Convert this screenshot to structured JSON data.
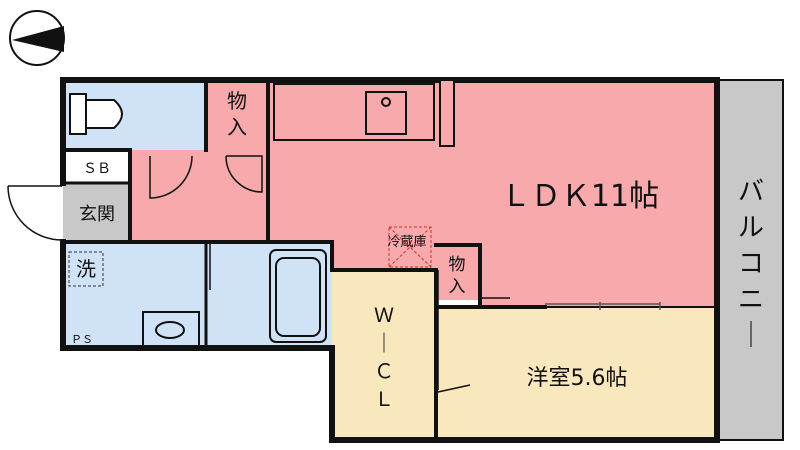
{
  "rooms": {
    "ldk": "ＬＤＫ11帖",
    "western": "洋室5.6帖",
    "wcl": [
      "Ｗ",
      "｜",
      "Ｃ",
      "Ｌ"
    ],
    "storage_top": [
      "物",
      "入"
    ],
    "storage_mid": [
      "物",
      "入"
    ],
    "entrance": "玄関",
    "sb": "ＳＢ",
    "washroom": "洗",
    "ps": "ＰＳ",
    "fridge": "冷蔵庫",
    "balcony": [
      "バ",
      "ル",
      "コ",
      "ニ",
      "｜"
    ]
  },
  "colors": {
    "pink": "#f7a9ac",
    "blue": "#cfe2f6",
    "tan": "#f9e7bd",
    "gray": "#c8c8c8",
    "wall": "#111111"
  }
}
